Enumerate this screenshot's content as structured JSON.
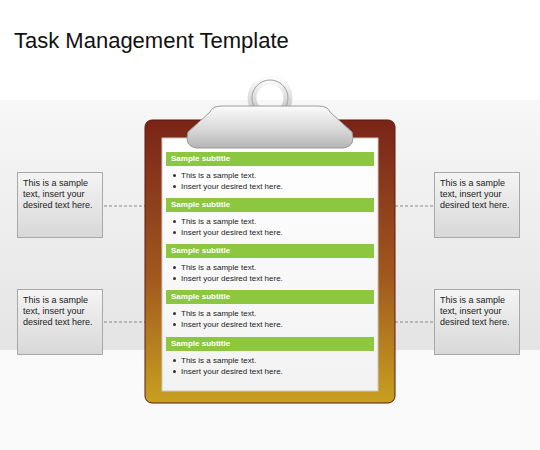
{
  "diagram": {
    "title": "Task Management Template",
    "nodes": [
      {
        "text": [
          "This is a sample text, insert your desired text here."
        ]
      },
      {
        "text": [
          "This is a sample text, insert your desired text here."
        ]
      },
      {
        "text": [
          "Sample subtitle",
          "This is a sample text.",
          "Insert your desired text here."
        ]
      },
      {
        "text": [
          "Sample subtitle",
          "This is a sample text.",
          "Insert your desired text here."
        ]
      },
      {
        "text": [
          "Sample subtitle",
          "This is a sample text.",
          "Insert your desired text here."
        ]
      },
      {
        "text": [
          "Sample subtitle",
          "This is a sample text.",
          "Insert your desired text here."
        ]
      },
      {
        "text": [
          "Sample subtitle",
          "This is a sample text.",
          "Insert your desired text here."
        ]
      },
      {
        "text": [
          "This is a sample text, insert your desired text here."
        ]
      },
      {
        "text": [
          "This is a sample text, insert your desired text here."
        ]
      }
    ]
  }
}
